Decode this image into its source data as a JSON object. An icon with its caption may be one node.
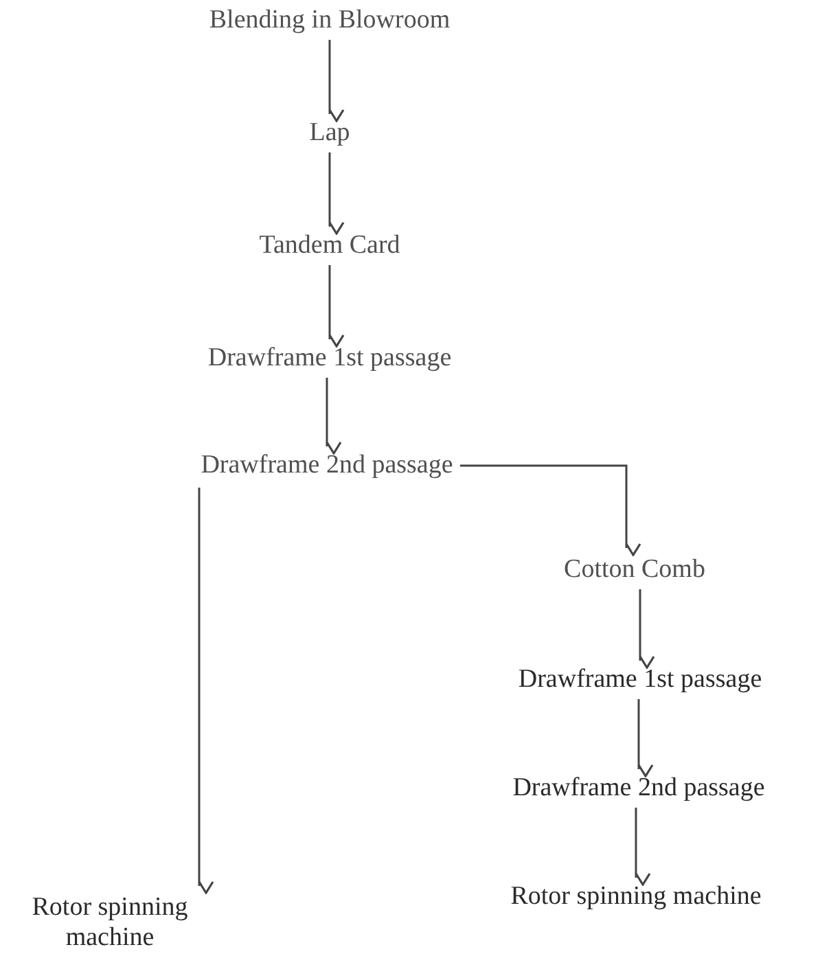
{
  "diagram": {
    "nodes": [
      {
        "text": [
          "Blending in Blowroom"
        ]
      },
      {
        "text": [
          "Lap"
        ]
      },
      {
        "text": [
          "Tandem Card"
        ]
      },
      {
        "text": [
          "Drawframe 1st passage"
        ]
      },
      {
        "text": [
          "Drawframe 2nd passage"
        ]
      },
      {
        "text": [
          "Cotton Comb"
        ]
      },
      {
        "text": [
          "Drawframe 1st passage"
        ]
      },
      {
        "text": [
          "Drawframe 2nd passage"
        ]
      },
      {
        "text": [
          "Rotor spinning machine"
        ]
      },
      {
        "text": [
          "Rotor spinning machine"
        ]
      }
    ],
    "edges": [
      {
        "from": 0,
        "to": 1,
        "arrow": "to"
      },
      {
        "from": 1,
        "to": 2,
        "arrow": "to"
      },
      {
        "from": 2,
        "to": 3,
        "arrow": "to"
      },
      {
        "from": 3,
        "to": 4,
        "arrow": "to"
      },
      {
        "from": 4,
        "to": 5,
        "arrow": "to"
      },
      {
        "from": 4,
        "to": 9,
        "arrow": "to"
      },
      {
        "from": 5,
        "to": 6,
        "arrow": "to"
      },
      {
        "from": 6,
        "to": 7,
        "arrow": "to"
      },
      {
        "from": 7,
        "to": 8,
        "arrow": "to"
      }
    ]
  }
}
